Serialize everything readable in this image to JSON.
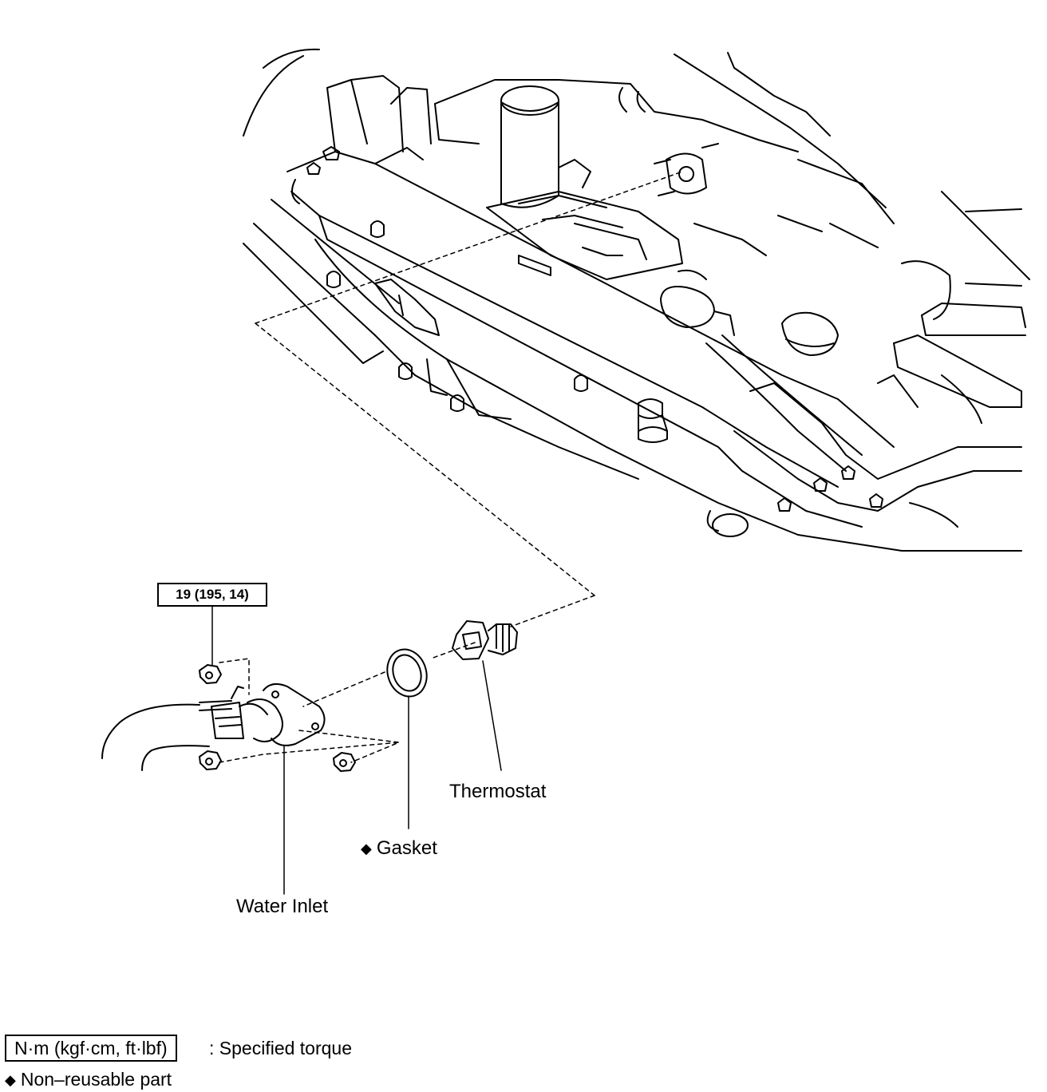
{
  "torque_spec": "19 (195, 14)",
  "parts": {
    "thermostat": "Thermostat",
    "gasket_marker": "◆",
    "gasket": "Gasket",
    "water_inlet": "Water Inlet"
  },
  "legend": {
    "torque_units": "N·m (kgf·cm, ft·lbf)",
    "torque_desc": ": Specified torque",
    "nonreusable_marker": "◆",
    "nonreusable_desc": "Non–reusable part"
  }
}
